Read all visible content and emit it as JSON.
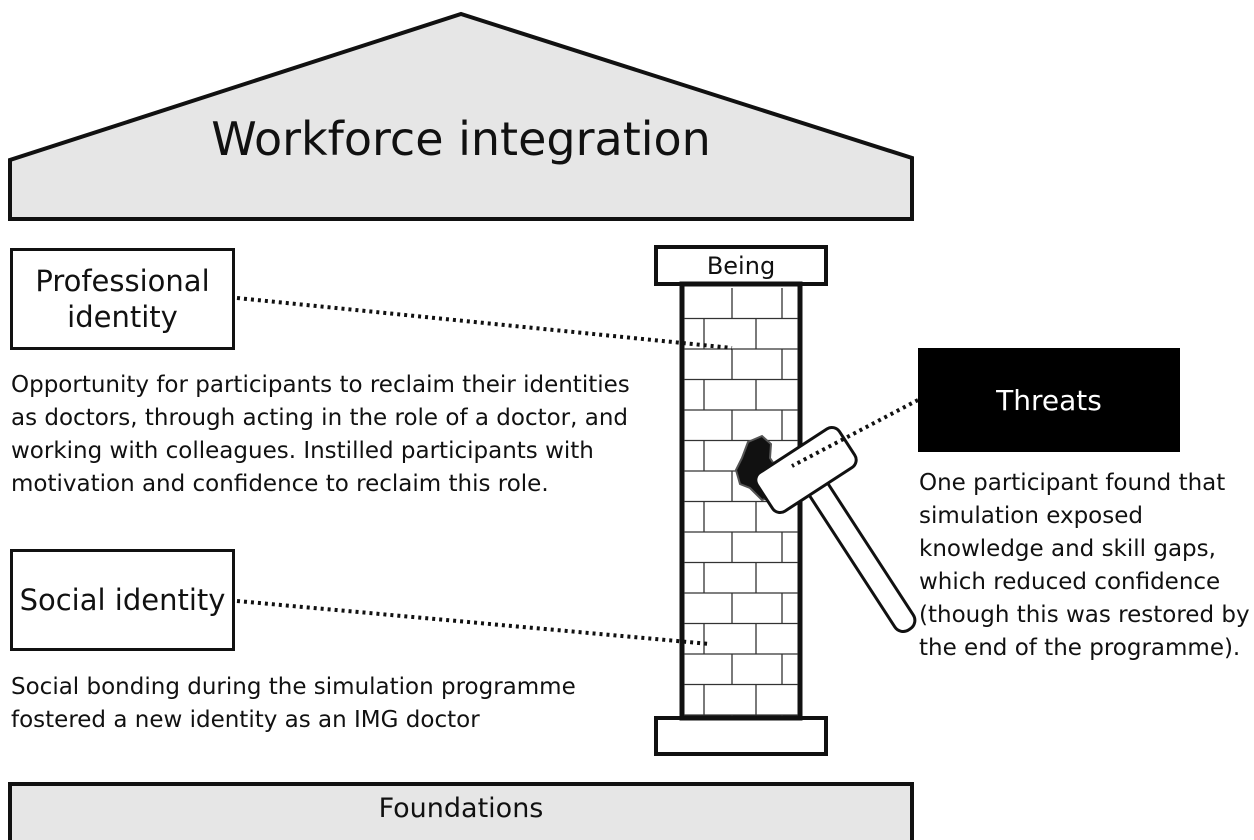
{
  "roof": {
    "title": "Workforce integration"
  },
  "pillar": {
    "label": "Being"
  },
  "professional_identity": {
    "heading": "Professional identity",
    "description": "Opportunity for participants to reclaim their identities as doctors, through acting in the role of a doctor, and working with colleagues. Instilled participants with motivation and confidence to reclaim this role."
  },
  "social_identity": {
    "heading": "Social identity",
    "description": "Social bonding during the simulation programme fostered a new identity as an IMG doctor"
  },
  "threats": {
    "heading": "Threats",
    "description": "One participant found that simulation exposed knowledge and skill gaps, which reduced confidence (though this was restored by the end of the programme)."
  },
  "foundation": {
    "label": "Foundations"
  },
  "colors": {
    "roof_fill": "#e6e6e6",
    "foundation_fill": "#e6e6e6",
    "threat_fill": "#000000",
    "outline": "#111111"
  },
  "icons": {
    "hammer": "hammer-icon",
    "crack": "wall-crack-icon"
  }
}
